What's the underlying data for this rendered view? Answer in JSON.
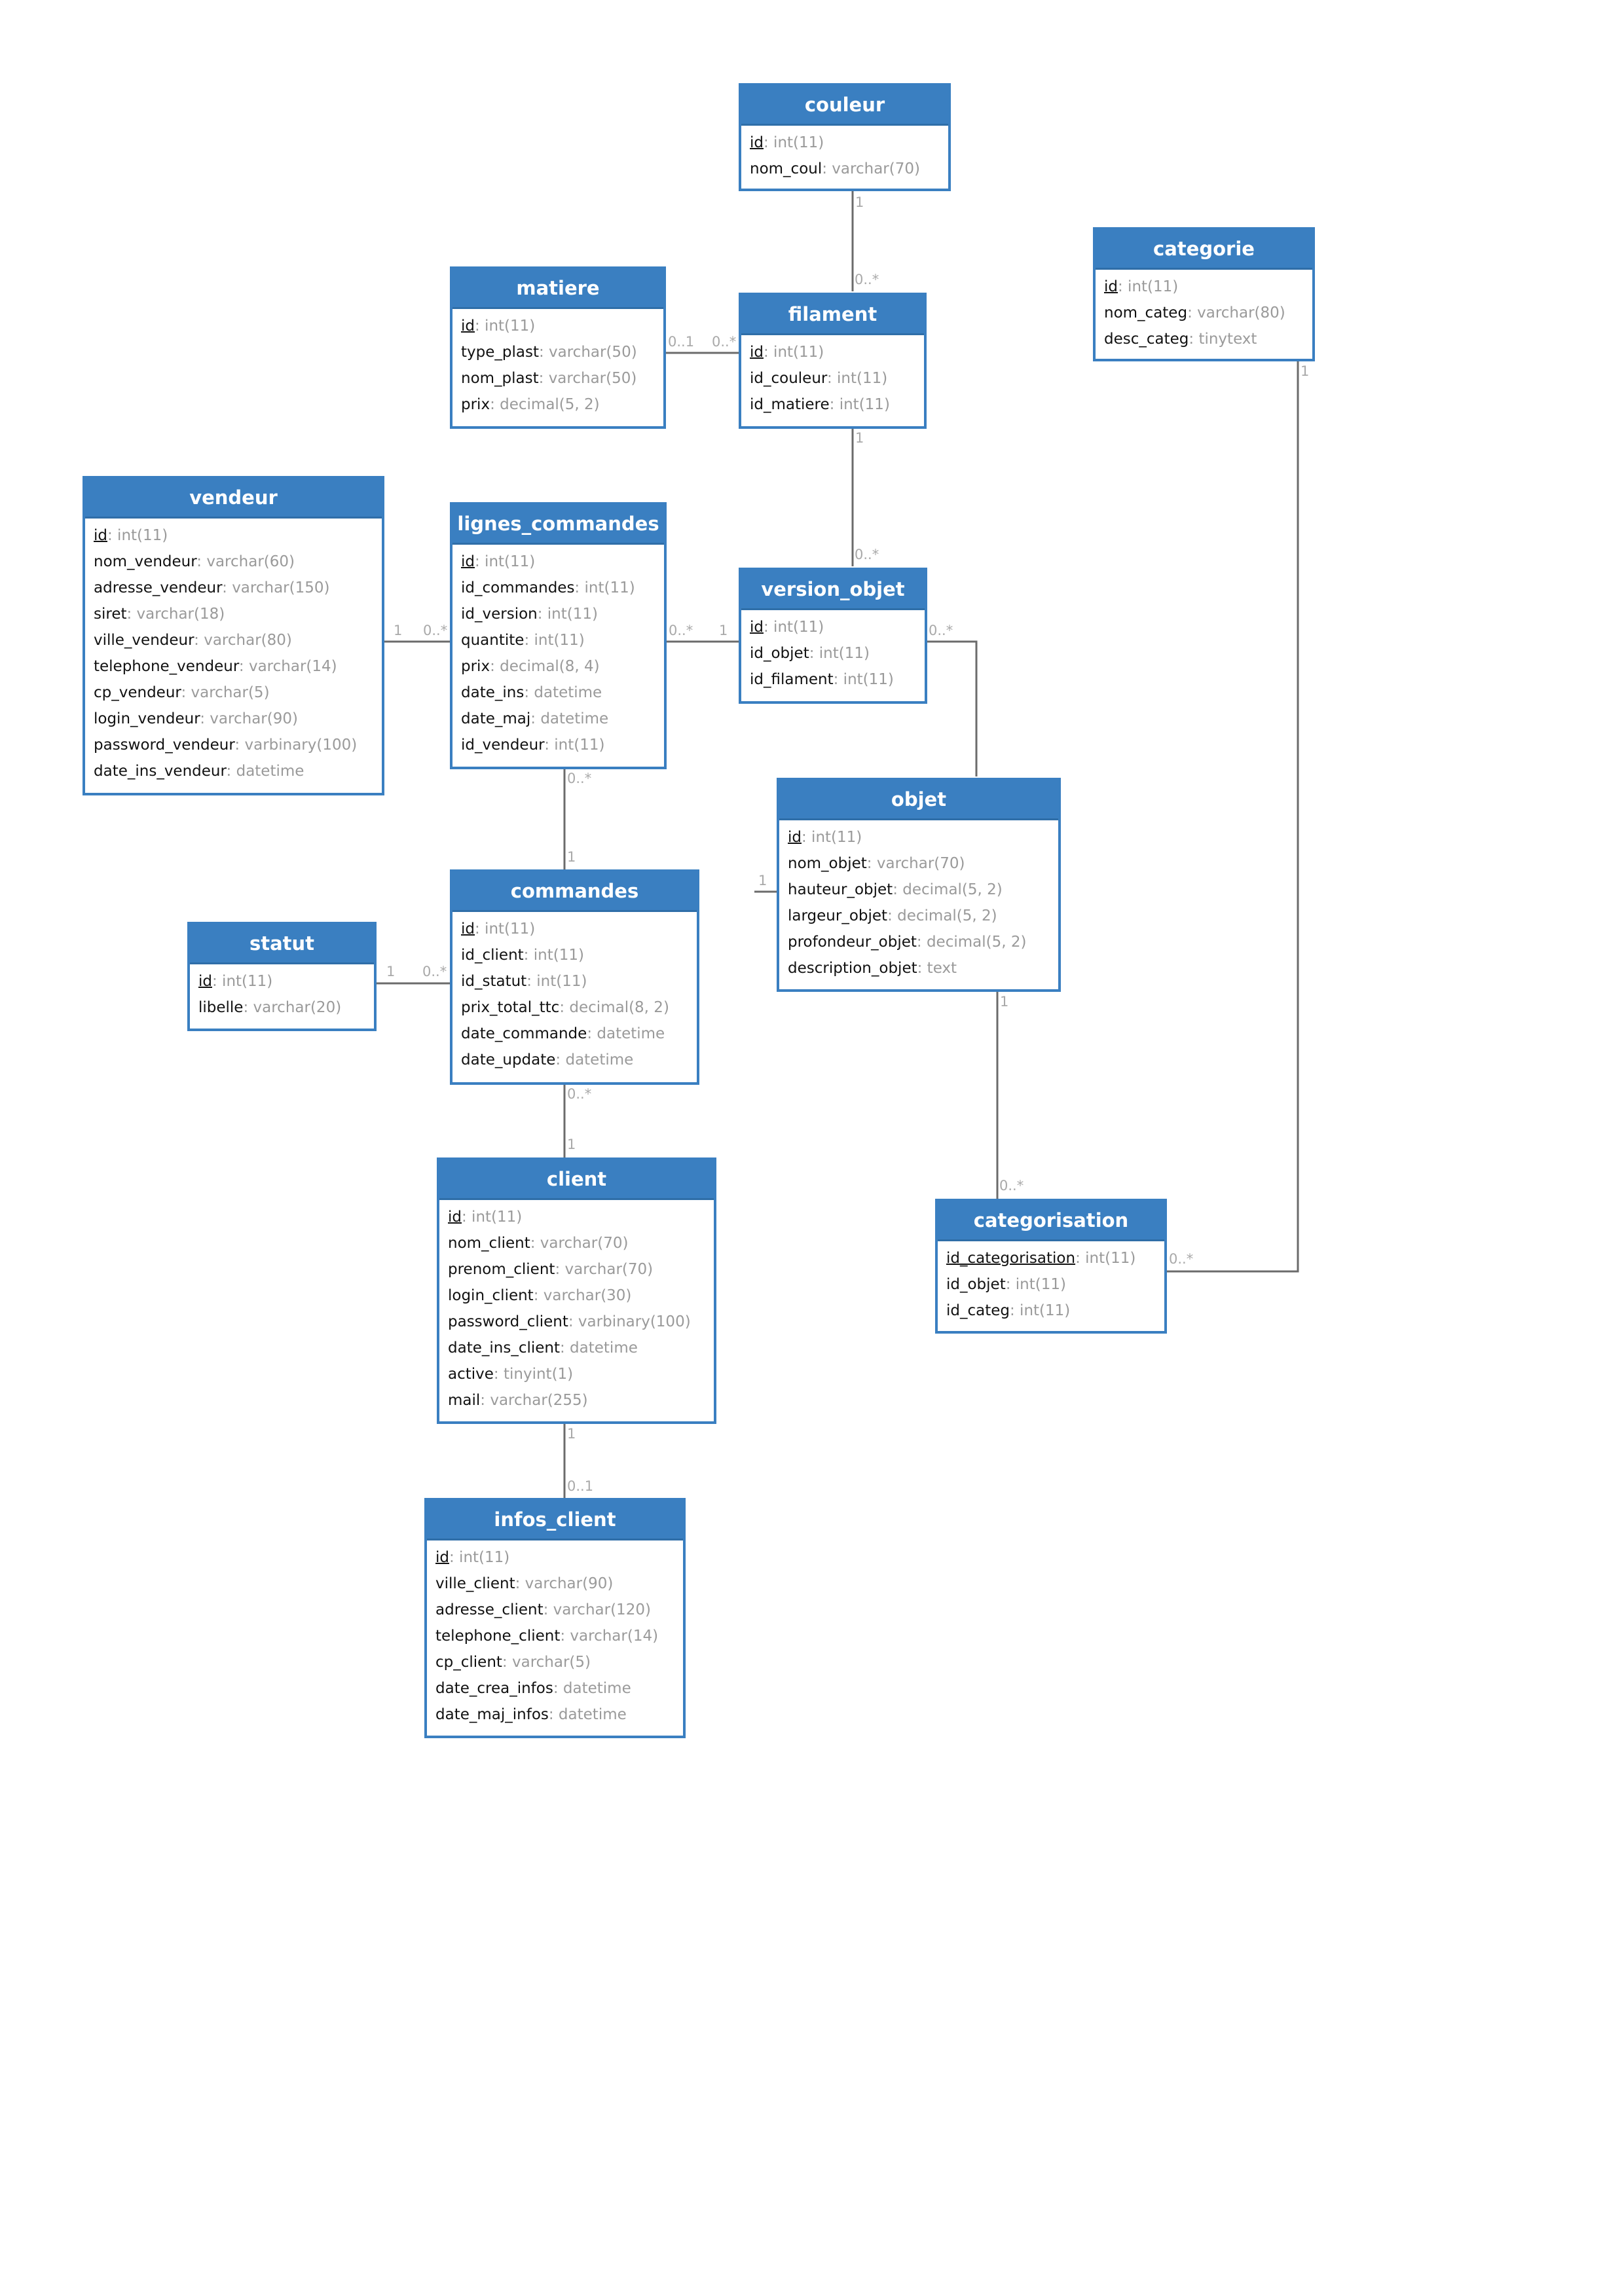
{
  "colors": {
    "entity_header": "#3a7fc1",
    "entity_border": "#3a7fc1",
    "type_text": "#9a9a9a",
    "connector": "#6b6b6b",
    "cardinality": "#a9a9a9"
  },
  "entities": {
    "couleur": {
      "title": "couleur",
      "attrs": [
        {
          "name": "id",
          "type": ": int(11)",
          "pk": true
        },
        {
          "name": "nom_coul",
          "type": ": varchar(70)"
        }
      ]
    },
    "categorie": {
      "title": "categorie",
      "attrs": [
        {
          "name": "id",
          "type": ": int(11)",
          "pk": true
        },
        {
          "name": "nom_categ",
          "type": ": varchar(80)"
        },
        {
          "name": "desc_categ",
          "type": ": tinytext"
        }
      ]
    },
    "matiere": {
      "title": "matiere",
      "attrs": [
        {
          "name": "id",
          "type": ": int(11)",
          "pk": true
        },
        {
          "name": "type_plast",
          "type": ": varchar(50)"
        },
        {
          "name": "nom_plast",
          "type": ": varchar(50)"
        },
        {
          "name": "prix",
          "type": ": decimal(5, 2)"
        }
      ]
    },
    "filament": {
      "title": "filament",
      "attrs": [
        {
          "name": "id",
          "type": ": int(11)",
          "pk": true
        },
        {
          "name": "id_couleur",
          "type": ": int(11)"
        },
        {
          "name": "id_matiere",
          "type": ": int(11)"
        }
      ]
    },
    "vendeur": {
      "title": "vendeur",
      "attrs": [
        {
          "name": "id",
          "type": ": int(11)",
          "pk": true
        },
        {
          "name": "nom_vendeur",
          "type": ": varchar(60)"
        },
        {
          "name": "adresse_vendeur",
          "type": ": varchar(150)"
        },
        {
          "name": "siret",
          "type": ": varchar(18)"
        },
        {
          "name": "ville_vendeur",
          "type": ": varchar(80)"
        },
        {
          "name": "telephone_vendeur",
          "type": ": varchar(14)"
        },
        {
          "name": "cp_vendeur",
          "type": ": varchar(5)"
        },
        {
          "name": "login_vendeur",
          "type": ": varchar(90)"
        },
        {
          "name": "password_vendeur",
          "type": ": varbinary(100)"
        },
        {
          "name": "date_ins_vendeur",
          "type": ": datetime"
        }
      ]
    },
    "lignes_commandes": {
      "title": "lignes_commandes",
      "attrs": [
        {
          "name": "id",
          "type": ": int(11)",
          "pk": true
        },
        {
          "name": "id_commandes",
          "type": ": int(11)"
        },
        {
          "name": "id_version",
          "type": ": int(11)"
        },
        {
          "name": "quantite",
          "type": ": int(11)"
        },
        {
          "name": "prix",
          "type": ": decimal(8, 4)"
        },
        {
          "name": "date_ins",
          "type": ": datetime"
        },
        {
          "name": "date_maj",
          "type": ": datetime"
        },
        {
          "name": "id_vendeur",
          "type": ": int(11)"
        }
      ]
    },
    "version_objet": {
      "title": "version_objet",
      "attrs": [
        {
          "name": "id",
          "type": ": int(11)",
          "pk": true
        },
        {
          "name": "id_objet",
          "type": ": int(11)"
        },
        {
          "name": "id_filament",
          "type": ": int(11)"
        }
      ]
    },
    "objet": {
      "title": "objet",
      "attrs": [
        {
          "name": "id",
          "type": ": int(11)",
          "pk": true
        },
        {
          "name": "nom_objet",
          "type": ": varchar(70)"
        },
        {
          "name": "hauteur_objet",
          "type": ": decimal(5, 2)"
        },
        {
          "name": "largeur_objet",
          "type": ": decimal(5, 2)"
        },
        {
          "name": "profondeur_objet",
          "type": ": decimal(5, 2)"
        },
        {
          "name": "description_objet",
          "type": ": text"
        }
      ]
    },
    "statut": {
      "title": "statut",
      "attrs": [
        {
          "name": "id",
          "type": ": int(11)",
          "pk": true
        },
        {
          "name": "libelle",
          "type": ": varchar(20)"
        }
      ]
    },
    "commandes": {
      "title": "commandes",
      "attrs": [
        {
          "name": "id",
          "type": ": int(11)",
          "pk": true
        },
        {
          "name": "id_client",
          "type": ": int(11)"
        },
        {
          "name": "id_statut",
          "type": ": int(11)"
        },
        {
          "name": "prix_total_ttc",
          "type": ": decimal(8, 2)"
        },
        {
          "name": "date_commande",
          "type": ": datetime"
        },
        {
          "name": "date_update",
          "type": ": datetime"
        }
      ]
    },
    "client": {
      "title": "client",
      "attrs": [
        {
          "name": "id",
          "type": ": int(11)",
          "pk": true
        },
        {
          "name": "nom_client",
          "type": ": varchar(70)"
        },
        {
          "name": "prenom_client",
          "type": ": varchar(70)"
        },
        {
          "name": "login_client",
          "type": ": varchar(30)"
        },
        {
          "name": "password_client",
          "type": ": varbinary(100)"
        },
        {
          "name": "date_ins_client",
          "type": ": datetime"
        },
        {
          "name": "active",
          "type": ": tinyint(1)"
        },
        {
          "name": "mail",
          "type": ": varchar(255)"
        }
      ]
    },
    "categorisation": {
      "title": "categorisation",
      "attrs": [
        {
          "name": "id_categorisation",
          "type": ": int(11)",
          "pk": true
        },
        {
          "name": "id_objet",
          "type": ": int(11)"
        },
        {
          "name": "id_categ",
          "type": ": int(11)"
        }
      ]
    },
    "infos_client": {
      "title": "infos_client",
      "attrs": [
        {
          "name": "id",
          "type": ": int(11)",
          "pk": true
        },
        {
          "name": "ville_client",
          "type": ": varchar(90)"
        },
        {
          "name": "adresse_client",
          "type": ": varchar(120)"
        },
        {
          "name": "telephone_client",
          "type": ": varchar(14)"
        },
        {
          "name": "cp_client",
          "type": ": varchar(5)"
        },
        {
          "name": "date_crea_infos",
          "type": ": datetime"
        },
        {
          "name": "date_maj_infos",
          "type": ": datetime"
        }
      ]
    }
  },
  "relations": [
    {
      "from": "couleur",
      "to": "filament",
      "from_card": "1",
      "to_card": "0..*"
    },
    {
      "from": "matiere",
      "to": "filament",
      "from_card": "0..1",
      "to_card": "0..*"
    },
    {
      "from": "filament",
      "to": "version_objet",
      "from_card": "1",
      "to_card": "0..*"
    },
    {
      "from": "vendeur",
      "to": "lignes_commandes",
      "from_card": "1",
      "to_card": "0..*"
    },
    {
      "from": "lignes_commandes",
      "to": "version_objet",
      "from_card": "0..*",
      "to_card": "1"
    },
    {
      "from": "version_objet",
      "to": "objet",
      "from_card": "0..*",
      "to_card": "1"
    },
    {
      "from": "lignes_commandes",
      "to": "commandes",
      "from_card": "0..*",
      "to_card": "1"
    },
    {
      "from": "statut",
      "to": "commandes",
      "from_card": "1",
      "to_card": "0..*"
    },
    {
      "from": "commandes",
      "to": "client",
      "from_card": "0..*",
      "to_card": "1"
    },
    {
      "from": "client",
      "to": "infos_client",
      "from_card": "1",
      "to_card": "0..1"
    },
    {
      "from": "objet",
      "to": "categorisation",
      "from_card": "1",
      "to_card": "0..*"
    },
    {
      "from": "categorie",
      "to": "categorisation",
      "from_card": "1",
      "to_card": "0..*"
    }
  ]
}
